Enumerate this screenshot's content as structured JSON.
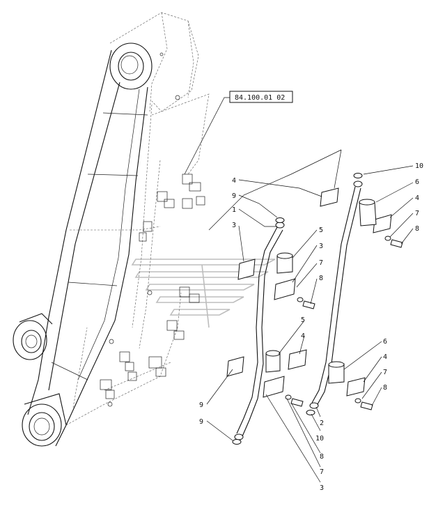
{
  "ref_box": "84.100.01 02",
  "callouts": [
    {
      "id": "c4a",
      "text": "4"
    },
    {
      "id": "c9a",
      "text": "9"
    },
    {
      "id": "c1",
      "text": "1"
    },
    {
      "id": "c3a",
      "text": "3"
    },
    {
      "id": "c5a",
      "text": "5"
    },
    {
      "id": "c3b",
      "text": "3"
    },
    {
      "id": "c7a",
      "text": "7"
    },
    {
      "id": "c8a",
      "text": "8"
    },
    {
      "id": "c10a",
      "text": "10"
    },
    {
      "id": "c6a",
      "text": "6"
    },
    {
      "id": "c4b",
      "text": "4"
    },
    {
      "id": "c7b",
      "text": "7"
    },
    {
      "id": "c8b",
      "text": "8"
    },
    {
      "id": "c5b",
      "text": "5"
    },
    {
      "id": "c4c",
      "text": "4"
    },
    {
      "id": "c6b",
      "text": "6"
    },
    {
      "id": "c4d",
      "text": "4"
    },
    {
      "id": "c7c",
      "text": "7"
    },
    {
      "id": "c8c",
      "text": "8"
    },
    {
      "id": "c9b",
      "text": "9"
    },
    {
      "id": "c9c",
      "text": "9"
    },
    {
      "id": "c2",
      "text": "2"
    },
    {
      "id": "c10b",
      "text": "10"
    },
    {
      "id": "c8d",
      "text": "8"
    },
    {
      "id": "c7d",
      "text": "7"
    },
    {
      "id": "c3c",
      "text": "3"
    }
  ]
}
